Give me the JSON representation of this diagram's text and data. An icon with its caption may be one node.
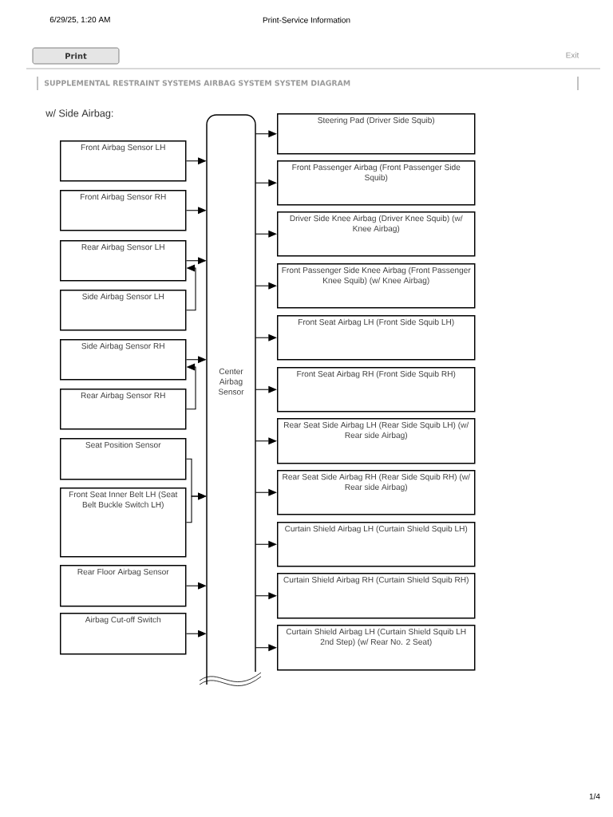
{
  "diagram": {
    "nodes": [
      {
        "text": [
          "Center Airbag Sensor"
        ]
      },
      {
        "text": [
          "Front Airbag Sensor LH"
        ]
      },
      {
        "text": [
          "Front Airbag Sensor RH"
        ]
      },
      {
        "text": [
          "Rear Airbag Sensor LH"
        ]
      },
      {
        "text": [
          "Side Airbag Sensor LH"
        ]
      },
      {
        "text": [
          "Side Airbag Sensor RH"
        ]
      },
      {
        "text": [
          "Rear Airbag Sensor RH"
        ]
      },
      {
        "text": [
          "Seat Position Sensor"
        ]
      },
      {
        "text": [
          "Front Seat Inner Belt LH (Seat Belt Buckle Switch LH)"
        ]
      },
      {
        "text": [
          "Rear Floor Airbag Sensor"
        ]
      },
      {
        "text": [
          "Airbag Cut-off Switch"
        ]
      },
      {
        "text": [
          "Steering Pad (Driver Side Squib)"
        ]
      },
      {
        "text": [
          "Front Passenger Airbag (Front Passenger Side Squib)"
        ]
      },
      {
        "text": [
          "Driver Side Knee Airbag (Driver Knee Squib) (w/ Knee Airbag)"
        ]
      },
      {
        "text": [
          "Front Passenger Side Knee Airbag (Front Passenger Knee Squib) (w/ Knee Airbag)"
        ]
      },
      {
        "text": [
          "Front Seat Airbag LH (Front Side Squib LH)"
        ]
      },
      {
        "text": [
          "Front Seat Airbag RH (Front Side Squib RH)"
        ]
      },
      {
        "text": [
          "Rear Seat Side Airbag LH (Rear Side Squib LH) (w/ Rear side Airbag)"
        ]
      },
      {
        "text": [
          "Rear Seat Side Airbag RH (Rear Side Squib RH) (w/ Rear side Airbag)"
        ]
      },
      {
        "text": [
          "Curtain Shield Airbag LH (Curtain Shield Squib LH)"
        ]
      },
      {
        "text": [
          "Curtain Shield Airbag RH (Curtain Shield Squib RH)"
        ]
      },
      {
        "text": [
          "Curtain Shield Airbag LH (Curtain Shield Squib LH 2nd Step) (w/ Rear No. 2 Seat)"
        ]
      }
    ],
    "edges": [
      {
        "from": 1,
        "to": 0,
        "arrow": "to"
      },
      {
        "from": 2,
        "to": 0,
        "arrow": "to"
      },
      {
        "from": 3,
        "to": 0,
        "arrow": "to"
      },
      {
        "from": 4,
        "to": 3,
        "arrow": "to"
      },
      {
        "from": 5,
        "to": 0,
        "arrow": "to"
      },
      {
        "from": 6,
        "to": 5,
        "arrow": "to"
      },
      {
        "from": 7,
        "to": 0,
        "arrow": "to"
      },
      {
        "from": 8,
        "to": 0,
        "arrow": "to"
      },
      {
        "from": 9,
        "to": 0,
        "arrow": "to"
      },
      {
        "from": 10,
        "to": 0,
        "arrow": "to"
      },
      {
        "from": 0,
        "to": 11,
        "arrow": "to"
      },
      {
        "from": 0,
        "to": 12,
        "arrow": "to"
      },
      {
        "from": 0,
        "to": 13,
        "arrow": "to"
      },
      {
        "from": 0,
        "to": 14,
        "arrow": "to"
      },
      {
        "from": 0,
        "to": 15,
        "arrow": "to"
      },
      {
        "from": 0,
        "to": 16,
        "arrow": "to"
      },
      {
        "from": 0,
        "to": 17,
        "arrow": "to"
      },
      {
        "from": 0,
        "to": 18,
        "arrow": "to"
      },
      {
        "from": 0,
        "to": 19,
        "arrow": "to"
      },
      {
        "from": 0,
        "to": 20,
        "arrow": "to"
      },
      {
        "from": 0,
        "to": 21,
        "arrow": "to"
      }
    ],
    "labels": [
      "6/29/25, 1:20 AM",
      "Print-Service Information",
      "Print",
      "Exit",
      "SUPPLEMENTAL RESTRAINT SYSTEMS  AIRBAG SYSTEM  SYSTEM DIAGRAM",
      "w/ Side Airbag:",
      "1/4"
    ]
  }
}
